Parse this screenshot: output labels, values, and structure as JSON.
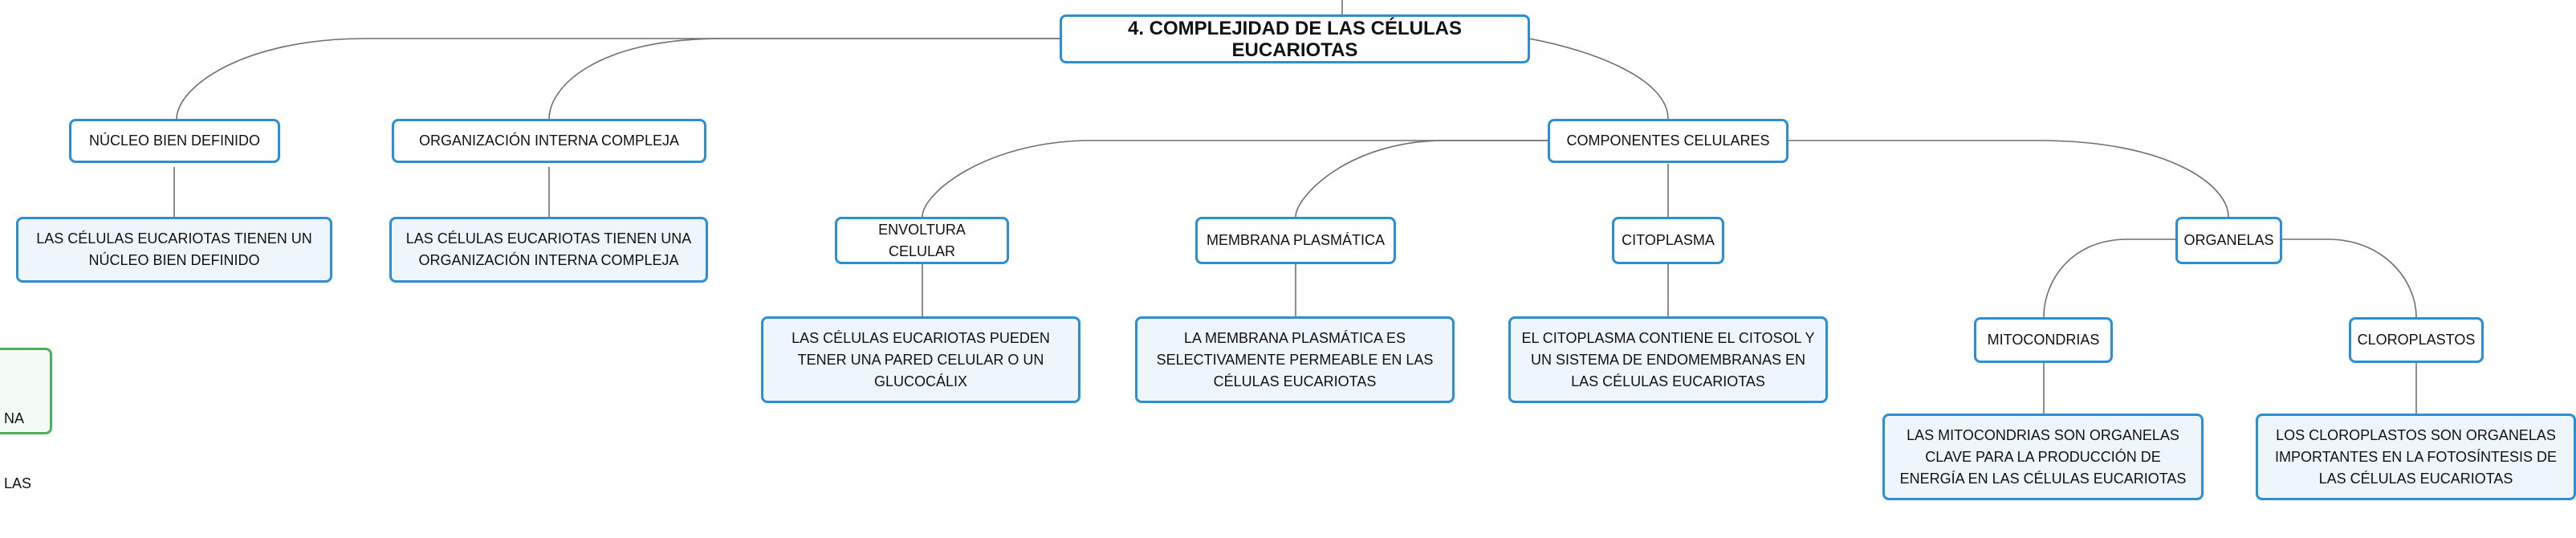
{
  "root": {
    "title": "4. COMPLEJIDAD DE LAS CÉLULAS EUCARIOTAS"
  },
  "branches": {
    "nucleo": {
      "label": "NÚCLEO BIEN DEFINIDO",
      "detail": "LAS CÉLULAS EUCARIOTAS TIENEN UN NÚCLEO BIEN DEFINIDO"
    },
    "organizacion": {
      "label": "ORGANIZACIÓN INTERNA COMPLEJA",
      "detail": "LAS CÉLULAS EUCARIOTAS TIENEN UNA ORGANIZACIÓN INTERNA COMPLEJA"
    },
    "componentes": {
      "label": "COMPONENTES CELULARES",
      "children": {
        "envoltura": {
          "label": "ENVOLTURA CELULAR",
          "detail": "LAS CÉLULAS EUCARIOTAS PUEDEN TENER UNA PARED CELULAR O UN GLUCOCÁLIX"
        },
        "membrana": {
          "label": "MEMBRANA PLASMÁTICA",
          "detail": "LA MEMBRANA PLASMÁTICA ES SELECTIVAMENTE PERMEABLE EN LAS CÉLULAS EUCARIOTAS"
        },
        "citoplasma": {
          "label": "CITOPLASMA",
          "detail": "EL CITOPLASMA CONTIENE EL CITOSOL Y UN SISTEMA DE ENDOMEMBRANAS EN LAS CÉLULAS EUCARIOTAS"
        },
        "organelas": {
          "label": "ORGANELAS",
          "children": {
            "mitocondrias": {
              "label": "MITOCONDRIAS",
              "detail": "LAS MITOCONDRIAS SON ORGANELAS CLAVE PARA LA PRODUCCIÓN DE ENERGÍA EN LAS CÉLULAS EUCARIOTAS"
            },
            "cloroplastos": {
              "label": "CLOROPLASTOS",
              "detail": "LOS CLOROPLASTOS SON ORGANELAS IMPORTANTES EN LA FOTOSÍNTESIS DE LAS CÉLULAS EUCARIOTAS"
            }
          }
        }
      }
    }
  },
  "offscreen_node": {
    "line1": "NA",
    "line2": "LAS"
  },
  "colors": {
    "node_border": "#2b8fd1",
    "leaf_fill": "#eef6fc",
    "side_border": "#4cb05a",
    "connector": "#6f6f6f"
  }
}
